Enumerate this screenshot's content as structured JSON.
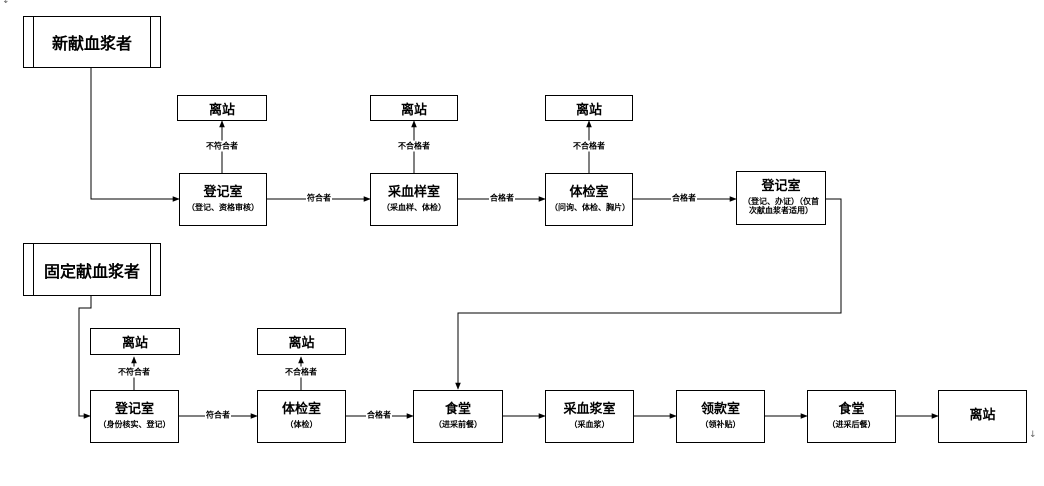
{
  "start_nodes": {
    "new_donor": "新献血浆者",
    "fixed_donor": "固定献血浆者"
  },
  "row1": {
    "registration": {
      "title": "登记室",
      "sub": "（登记、资格审核）"
    },
    "sampling": {
      "title": "采血样室",
      "sub": "（采血样、体检）"
    },
    "physical_exam": {
      "title": "体检室",
      "sub": "（问询、体检、胸片）"
    },
    "registration2": {
      "title": "登记室",
      "sub": "（登记、办证）（仅首次献血浆者适用）"
    }
  },
  "row2": {
    "registration": {
      "title": "登记室",
      "sub": "（身份核实、登记）"
    },
    "physical_exam": {
      "title": "体检室",
      "sub": "（体检）"
    },
    "canteen_before": {
      "title": "食堂",
      "sub": "（进采前餐）"
    },
    "plasma_collection": {
      "title": "采血浆室",
      "sub": "（采血浆）"
    },
    "payment": {
      "title": "领款室",
      "sub": "（领补贴）"
    },
    "canteen_after": {
      "title": "食堂",
      "sub": "（进采后餐）"
    },
    "leave_final": "离站"
  },
  "leave_label": "离站",
  "edge_labels": {
    "unqualified": "不符合者",
    "failed": "不合格者",
    "qualified": "符合者",
    "passed": "合格者"
  },
  "paragraph_mark": "↓"
}
